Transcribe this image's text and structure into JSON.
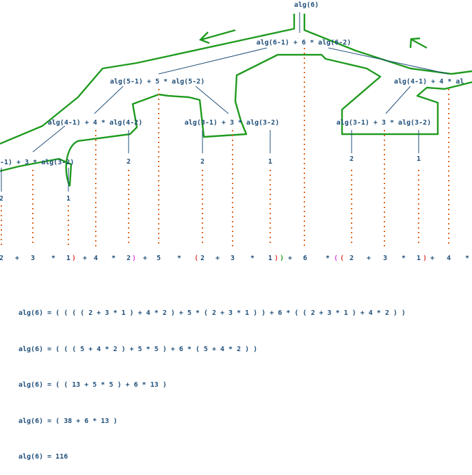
{
  "tree": {
    "root": "alg(6)",
    "nodes": {
      "n6": "alg(6-1) + 6 * alg(6-2)",
      "n5": "alg(5-1) + 5 * alg(5-2)",
      "n4r": "alg(4-1) + 4 * al",
      "n4": "alg(4-1) + 4 * alg(4-2)",
      "n3a": "alg(3-1) + 3 * alg(3-2)",
      "n3b": "alg(3-1) + 3 * alg(3-2)",
      "n3l": "-1) + 3 * alg(3-2)"
    },
    "leaves": {
      "l2a": "2",
      "l1a": "1",
      "l2b": "2",
      "l2c": "2",
      "l1c": "1",
      "l2d": "2",
      "l1d": "1"
    }
  },
  "expression": [
    {
      "t": "2",
      "c": "#1f4e79"
    },
    {
      "t": "+",
      "c": "#1f4e79"
    },
    {
      "t": "3",
      "c": "#1f4e79"
    },
    {
      "t": "*",
      "c": "#1f4e79"
    },
    {
      "t": "1",
      "c": "#1f4e79"
    },
    {
      "t": ")",
      "c": "#e03c31"
    },
    {
      "t": "+",
      "c": "#1f4e79"
    },
    {
      "t": "4",
      "c": "#1f4e79"
    },
    {
      "t": "*",
      "c": "#1f4e79"
    },
    {
      "t": "2",
      "c": "#1f4e79"
    },
    {
      "t": ")",
      "c": "#e040e0"
    },
    {
      "t": "+",
      "c": "#1f4e79"
    },
    {
      "t": "5",
      "c": "#1f4e79"
    },
    {
      "t": "*",
      "c": "#1f4e79"
    },
    {
      "t": "(",
      "c": "#e03c31"
    },
    {
      "t": "2",
      "c": "#1f4e79"
    },
    {
      "t": "+",
      "c": "#1f4e79"
    },
    {
      "t": "3",
      "c": "#1f4e79"
    },
    {
      "t": "*",
      "c": "#1f4e79"
    },
    {
      "t": "1",
      "c": "#1f4e79"
    },
    {
      "t": ")",
      "c": "#e03c31"
    },
    {
      "t": ")",
      "c": "#1e9a1e"
    },
    {
      "t": "+",
      "c": "#1f4e79"
    },
    {
      "t": "6",
      "c": "#1f4e79"
    },
    {
      "t": "*",
      "c": "#1f4e79"
    },
    {
      "t": "(",
      "c": "#e040e0"
    },
    {
      "t": "(",
      "c": "#e03c31"
    },
    {
      "t": "2",
      "c": "#1f4e79"
    },
    {
      "t": "+",
      "c": "#1f4e79"
    },
    {
      "t": "3",
      "c": "#1f4e79"
    },
    {
      "t": "*",
      "c": "#1f4e79"
    },
    {
      "t": "1",
      "c": "#1f4e79"
    },
    {
      "t": ")",
      "c": "#e03c31"
    },
    {
      "t": "+",
      "c": "#1f4e79"
    },
    {
      "t": "4",
      "c": "#1f4e79"
    },
    {
      "t": "*",
      "c": "#1f4e79"
    }
  ],
  "derivation": [
    "alg(6) = ( ( ( ( 2 + 3 * 1 ) + 4 * 2 ) + 5 * ( 2 + 3 * 1 ) ) + 6 * ( ( 2 + 3 * 1 ) + 4 * 2 ) )",
    "alg(6) = ( ( ( 5 + 4 * 2 ) + 5 * 5 ) + 6 * ( 5 + 4 * 2 ) )",
    "alg(6) = ( ( 13 + 5 * 5 ) + 6 * 13 )",
    "alg(6) = ( 38 + 6 * 13 )",
    "alg(6) = 116"
  ],
  "colors": {
    "text": "#1f4e79",
    "edge": "#1f4e79",
    "dots": "#e0651c",
    "outline": "#1e9a1e",
    "paren_red": "#e03c31",
    "paren_magenta": "#e040e0",
    "paren_green": "#1e9a1e"
  },
  "icons": [
    "left-arrow-icon",
    "right-arrow-icon"
  ]
}
